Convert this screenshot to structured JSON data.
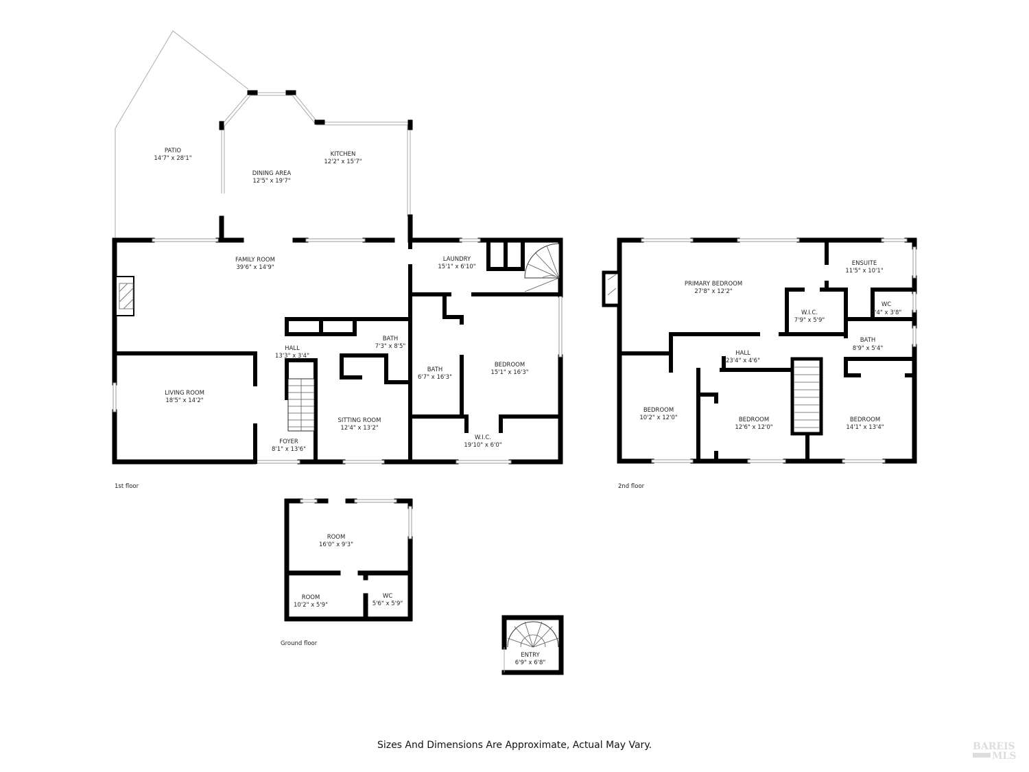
{
  "floors": {
    "first": {
      "label": "1st floor",
      "rooms": [
        {
          "name": "PATIO",
          "dims": "14'7\" x 28'1\""
        },
        {
          "name": "DINING AREA",
          "dims": "12'5\" x 19'7\""
        },
        {
          "name": "KITCHEN",
          "dims": "12'2\" x 15'7\""
        },
        {
          "name": "FAMILY ROOM",
          "dims": "39'6\" x 14'9\""
        },
        {
          "name": "LAUNDRY",
          "dims": "15'1\" x 6'10\""
        },
        {
          "name": "BATH",
          "dims": "7'3\" x 8'5\""
        },
        {
          "name": "HALL",
          "dims": "13'3\" x 3'4\""
        },
        {
          "name": "BATH",
          "dims": "6'7\" x 16'3\""
        },
        {
          "name": "BEDROOM",
          "dims": "15'1\" x 16'3\""
        },
        {
          "name": "LIVING ROOM",
          "dims": "18'5\" x 14'2\""
        },
        {
          "name": "SITTING ROOM",
          "dims": "12'4\" x 13'2\""
        },
        {
          "name": "FOYER",
          "dims": "8'1\" x 13'6\""
        },
        {
          "name": "W.I.C.",
          "dims": "19'10\" x 6'0\""
        }
      ]
    },
    "second": {
      "label": "2nd floor",
      "rooms": [
        {
          "name": "PRIMARY BEDROOM",
          "dims": "27'8\" x 12'2\""
        },
        {
          "name": "ENSUITE",
          "dims": "11'5\" x 10'1\""
        },
        {
          "name": "W.I.C.",
          "dims": "7'9\" x 5'9\""
        },
        {
          "name": "WC",
          "dims": "5'4\" x 3'8\""
        },
        {
          "name": "HALL",
          "dims": "23'4\" x 4'6\""
        },
        {
          "name": "BATH",
          "dims": "8'9\" x 5'4\""
        },
        {
          "name": "BEDROOM",
          "dims": "10'2\" x 12'0\""
        },
        {
          "name": "BEDROOM",
          "dims": "12'6\" x 12'0\""
        },
        {
          "name": "BEDROOM",
          "dims": "14'1\" x 13'4\""
        }
      ]
    },
    "ground": {
      "label": "Ground floor",
      "rooms": [
        {
          "name": "ROOM",
          "dims": "16'0\" x 9'3\""
        },
        {
          "name": "ROOM",
          "dims": "10'2\" x 5'9\""
        },
        {
          "name": "WC",
          "dims": "5'6\" x 5'9\""
        },
        {
          "name": "ENTRY",
          "dims": "6'9\" x 6'8\""
        }
      ]
    }
  },
  "disclaimer": "Sizes And Dimensions Are Approximate, Actual May Vary.",
  "watermark": {
    "line1": "BAREIS",
    "line2": "MLS"
  }
}
